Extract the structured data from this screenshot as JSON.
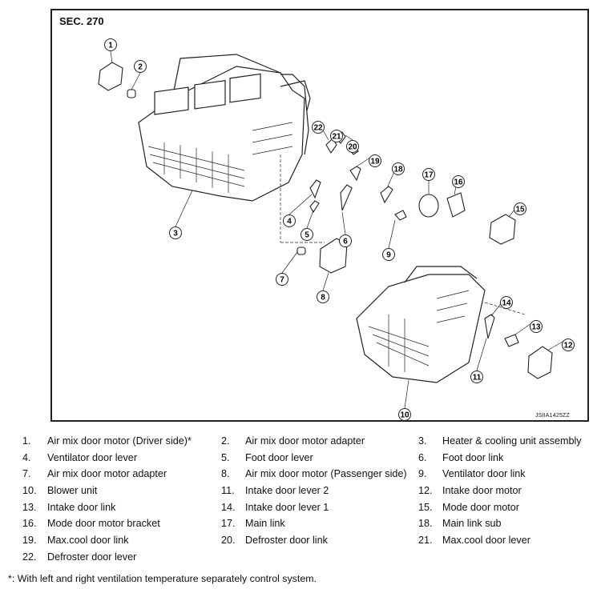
{
  "figure": {
    "section": "SEC. 270",
    "code": "JSIIA1425ZZ",
    "callouts": [
      "1",
      "2",
      "3",
      "4",
      "5",
      "6",
      "7",
      "8",
      "9",
      "10",
      "11",
      "12",
      "13",
      "14",
      "15",
      "16",
      "17",
      "18",
      "19",
      "20",
      "21",
      "22"
    ]
  },
  "legend": [
    [
      {
        "n": "1.",
        "t": "Air mix door motor (Driver side)*"
      },
      {
        "n": "2.",
        "t": "Air mix door motor adapter"
      },
      {
        "n": "3.",
        "t": "Heater & cooling unit assembly"
      }
    ],
    [
      {
        "n": "4.",
        "t": "Ventilator door lever"
      },
      {
        "n": "5.",
        "t": "Foot door lever"
      },
      {
        "n": "6.",
        "t": "Foot door link"
      }
    ],
    [
      {
        "n": "7.",
        "t": "Air mix door motor adapter"
      },
      {
        "n": "8.",
        "t": "Air mix door motor (Passenger side)"
      },
      {
        "n": "9.",
        "t": "Ventilator door link"
      }
    ],
    [
      {
        "n": "10.",
        "t": "Blower unit"
      },
      {
        "n": "11.",
        "t": "Intake door lever 2"
      },
      {
        "n": "12.",
        "t": "Intake door motor"
      }
    ],
    [
      {
        "n": "13.",
        "t": "Intake door link"
      },
      {
        "n": "14.",
        "t": "Intake door lever 1"
      },
      {
        "n": "15.",
        "t": "Mode door motor"
      }
    ],
    [
      {
        "n": "16.",
        "t": "Mode door motor bracket"
      },
      {
        "n": "17.",
        "t": "Main link"
      },
      {
        "n": "18.",
        "t": "Main link sub"
      }
    ],
    [
      {
        "n": "19.",
        "t": "Max.cool door link"
      },
      {
        "n": "20.",
        "t": "Defroster door link"
      },
      {
        "n": "21.",
        "t": "Max.cool door lever"
      }
    ],
    [
      {
        "n": "22.",
        "t": "Defroster door lever"
      }
    ]
  ],
  "footnote": "*: With left and right ventilation temperature separately control system."
}
